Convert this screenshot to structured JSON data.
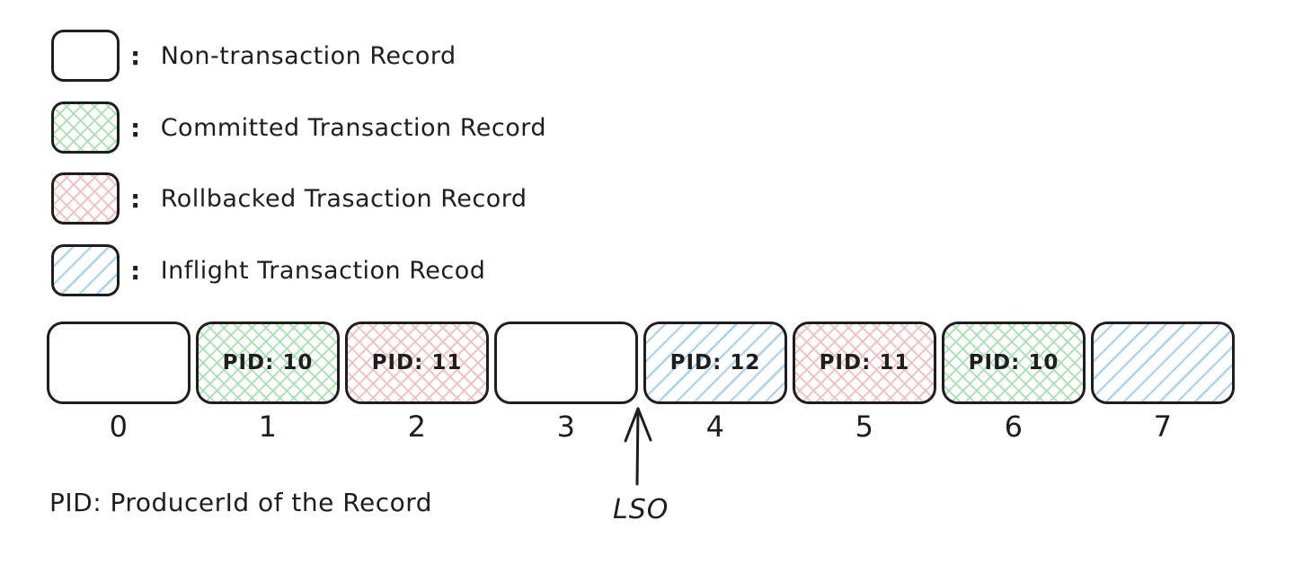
{
  "legend": {
    "separator": ":",
    "items": [
      {
        "label": "Non-transaction Record",
        "type": "none"
      },
      {
        "label": "Committed Transaction Record",
        "type": "committed"
      },
      {
        "label": "Rollbacked Trasaction Record",
        "type": "rollbacked"
      },
      {
        "label": "Inflight Transaction Recod",
        "type": "inflight"
      }
    ]
  },
  "log": {
    "records": [
      {
        "offset": "0",
        "type": "none",
        "pid": ""
      },
      {
        "offset": "1",
        "type": "committed",
        "pid": "PID: 10"
      },
      {
        "offset": "2",
        "type": "rollbacked",
        "pid": "PID: 11"
      },
      {
        "offset": "3",
        "type": "none",
        "pid": ""
      },
      {
        "offset": "4",
        "type": "inflight",
        "pid": "PID: 12"
      },
      {
        "offset": "5",
        "type": "rollbacked",
        "pid": "PID: 11"
      },
      {
        "offset": "6",
        "type": "committed",
        "pid": "PID: 10"
      },
      {
        "offset": "7",
        "type": "inflight",
        "pid": ""
      }
    ]
  },
  "annotations": {
    "lso_label": "LSO",
    "pid_note": "PID: ProducerId of the Record"
  },
  "colors": {
    "stroke": "#1e1e1e",
    "committed_hatch": "#a3e2ad",
    "rollbacked_hatch": "#f3bdbb",
    "inflight_hatch": "#a8d3f0",
    "background": "#ffffff"
  }
}
